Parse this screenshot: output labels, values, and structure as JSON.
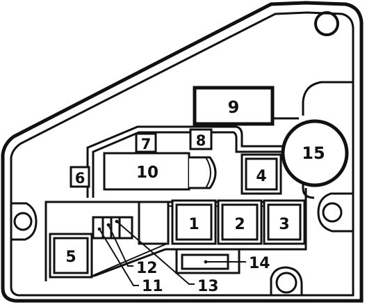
{
  "colors": {
    "ink": "#111111",
    "paper": "#ffffff"
  },
  "components": {
    "c1": "1",
    "c2": "2",
    "c3": "3",
    "c4": "4",
    "c5": "5",
    "c6": "6",
    "c7": "7",
    "c8": "8",
    "c9": "9",
    "c10": "10",
    "c11": "11",
    "c12": "12",
    "c13": "13",
    "c14": "14",
    "c15": "15"
  }
}
